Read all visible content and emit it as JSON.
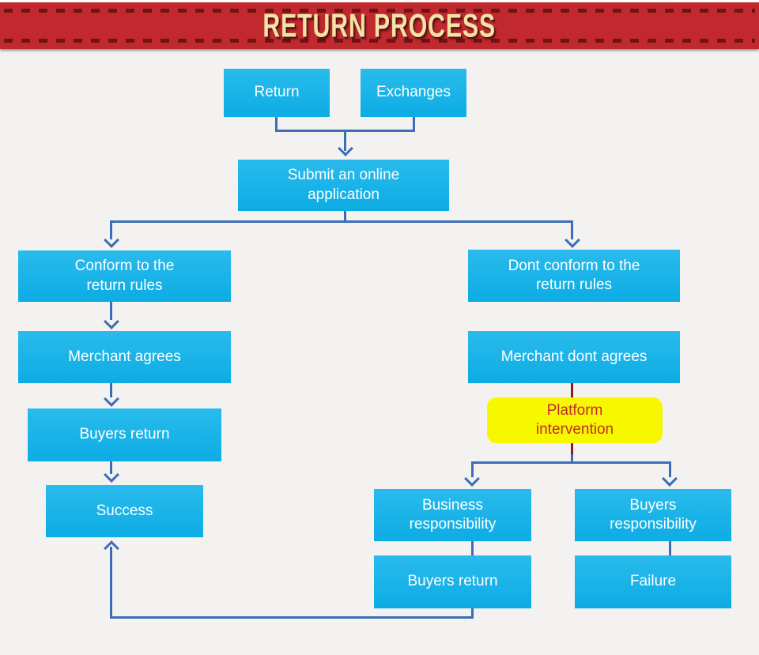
{
  "header": {
    "title": "RETURN PROCESS"
  },
  "nodes": {
    "return": {
      "label": "Return"
    },
    "exchanges": {
      "label": "Exchanges"
    },
    "submit": {
      "label": "Submit an online application"
    },
    "conform": {
      "label": "Conform to the return rules"
    },
    "dont_conform": {
      "label": "Dont conform to the return rules"
    },
    "merchant_agrees": {
      "label": "Merchant agrees"
    },
    "merchant_dont_agrees": {
      "label": "Merchant dont agrees"
    },
    "buyers_return_left": {
      "label": "Buyers return"
    },
    "success": {
      "label": "Success"
    },
    "platform_intervention": {
      "label": "Platform intervention"
    },
    "business_responsibility": {
      "label": "Business responsibility"
    },
    "buyers_responsibility": {
      "label": "Buyers responsibility"
    },
    "buyers_return_right": {
      "label": "Buyers return"
    },
    "failure": {
      "label": "Failure"
    }
  },
  "edges": [
    {
      "from": "return",
      "to": "submit"
    },
    {
      "from": "exchanges",
      "to": "submit"
    },
    {
      "from": "submit",
      "to": "conform"
    },
    {
      "from": "submit",
      "to": "dont_conform"
    },
    {
      "from": "conform",
      "to": "merchant_agrees"
    },
    {
      "from": "merchant_agrees",
      "to": "buyers_return_left"
    },
    {
      "from": "buyers_return_left",
      "to": "success"
    },
    {
      "from": "dont_conform",
      "to": "merchant_dont_agrees"
    },
    {
      "from": "merchant_dont_agrees",
      "to": "platform_intervention"
    },
    {
      "from": "platform_intervention",
      "to": "business_responsibility"
    },
    {
      "from": "platform_intervention",
      "to": "buyers_responsibility"
    },
    {
      "from": "business_responsibility",
      "to": "buyers_return_right"
    },
    {
      "from": "buyers_responsibility",
      "to": "failure"
    },
    {
      "from": "buyers_return_right",
      "to": "success"
    }
  ],
  "colors": {
    "banner_background": "#c1292e",
    "banner_stitch": "#701316",
    "title_text": "#f2e3a6",
    "node_background": "#0fafe6",
    "node_text": "#ffffff",
    "highlight_background": "#f7f700",
    "highlight_text": "#c22f27",
    "connector": "#3b6eb6",
    "connector_red": "#8e1c1e",
    "page_background": "#f3f2f0"
  }
}
